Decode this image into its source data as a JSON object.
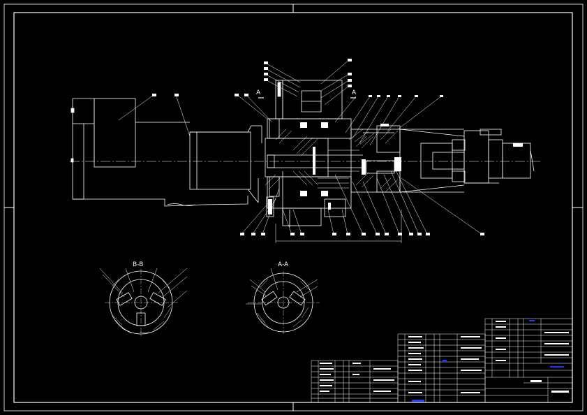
{
  "views": {
    "section_bb_title": "B-B",
    "section_aa_title": "A-A",
    "section_mark_left": "A",
    "section_mark_right": "A"
  },
  "colors": {
    "background": "#000000",
    "outline": "#ffffff",
    "leader": "#ffffff",
    "title_block": "#ffffff",
    "highlight": "#1e3cff"
  }
}
